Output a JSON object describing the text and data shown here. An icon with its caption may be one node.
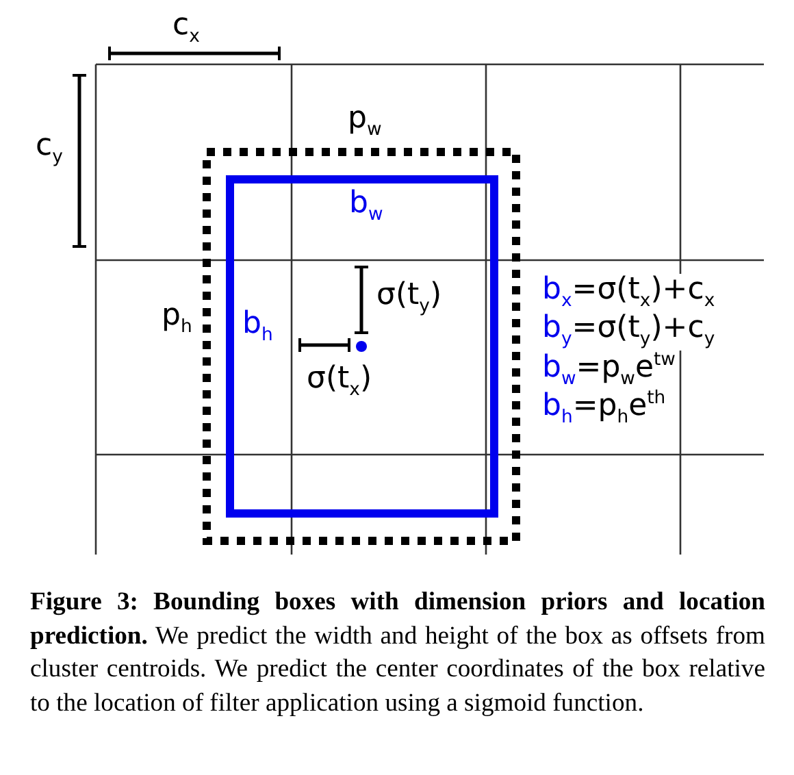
{
  "diagram": {
    "caption": "**Figure 3: Bounding boxes with dimension priors and location prediction.** We predict the width and height of the box as offsets from cluster centroids. We predict the center coordinates of the box relative to the location of filter application using a sigmoid function.",
    "nodes": [
      {
        "text": [],
        "shape": "box",
        "beside": [
          "p$_{w}$",
          "p$_{h}$"
        ]
      },
      {
        "text": [
          "b$_{w}$",
          "b$_{h}$"
        ],
        "in": 0
      }
    ],
    "labels": [
      "c$_{x}$",
      "c$_{y}$",
      "σ(t$_{y}$)",
      "σ(t$_{x}$)",
      "b$_{x}$=σ(t$_{x}$)+c$_{x}$",
      "b$_{y}$=σ(t$_{y}$)+c$_{y}$",
      "b$_{w}$=p$_{w}$e$^{tw}$",
      "b$_{h}$=p$_{h}$e$^{th}$"
    ]
  }
}
